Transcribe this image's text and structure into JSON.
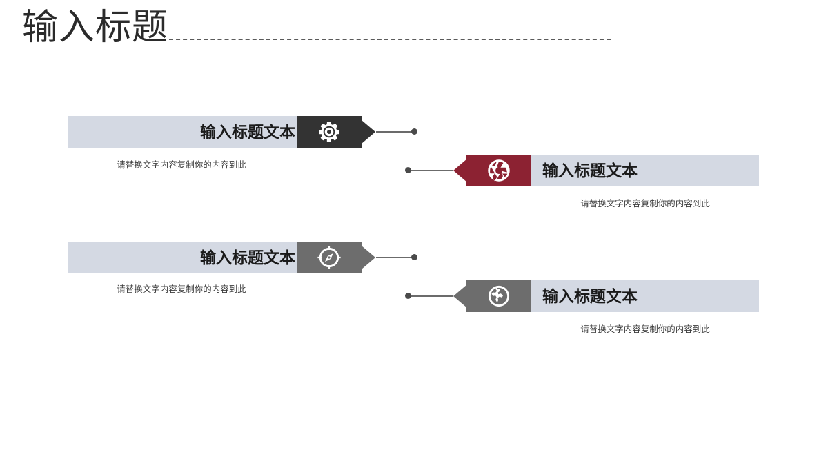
{
  "slide": {
    "title": "输入标题",
    "background_color": "#ffffff",
    "divider": "dashed-rule"
  },
  "theme": {
    "bar_color": "#d4d9e3",
    "accent_dark": "#333333",
    "accent_red": "#8c2232",
    "accent_gray": "#6d6d6d",
    "connector_color": "#6b6b6b",
    "text_color": "#1a1a1a"
  },
  "items": [
    {
      "id": "item-1",
      "title": "输入标题文本",
      "subtitle": "请替换文字内容复制你的内容到此",
      "icon": "gear-icon",
      "icon_block_color": "#333333",
      "align": "right",
      "connector": "arrow-right"
    },
    {
      "id": "item-2",
      "title": "输入标题文本",
      "subtitle": "请替换文字内容复制你的内容到此",
      "icon": "aperture-icon",
      "icon_block_color": "#8c2232",
      "align": "left",
      "connector": "arrow-left"
    },
    {
      "id": "item-3",
      "title": "输入标题文本",
      "subtitle": "请替换文字内容复制你的内容到此",
      "icon": "compass-icon",
      "icon_block_color": "#6d6d6d",
      "align": "right",
      "connector": "arrow-right"
    },
    {
      "id": "item-4",
      "title": "输入标题文本",
      "subtitle": "请替换文字内容复制你的内容到此",
      "icon": "globe-icon",
      "icon_block_color": "#6d6d6d",
      "align": "left",
      "connector": "arrow-left"
    }
  ]
}
